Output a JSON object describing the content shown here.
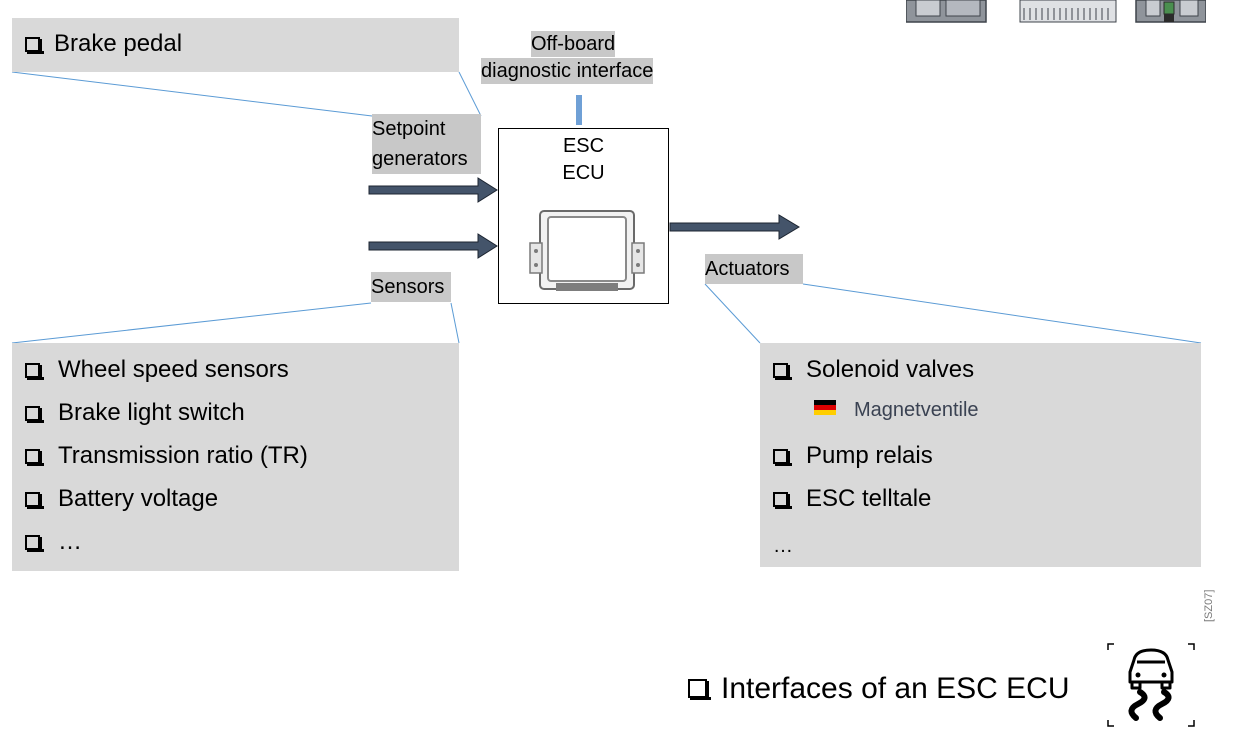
{
  "caption": {
    "text": "Interfaces of an ESC ECU"
  },
  "document_code": "[SZ07]",
  "ecu": {
    "line1": "ESC",
    "line2": "ECU",
    "icon": "ecu-housing-icon"
  },
  "offboard": {
    "line1": "Off-board",
    "line2": "diagnostic interface"
  },
  "labels": {
    "setpoint_line1": "Setpoint",
    "setpoint_line2": "generators",
    "sensors": "Sensors",
    "actuators": "Actuators"
  },
  "setpoint_panel": {
    "items": [
      "Brake pedal"
    ]
  },
  "sensor_panel": {
    "items": [
      "Wheel speed sensors",
      "Brake light switch",
      "Transmission ratio (TR)",
      "Battery voltage",
      "…"
    ]
  },
  "actuator_panel": {
    "items": [
      "Solenoid valves",
      "Pump relais",
      "ESC telltale"
    ],
    "translation": "Magnetventile",
    "translation_flag": "german-flag-icon",
    "trailing": "…"
  },
  "colors": {
    "panel": "#d9d9d9",
    "tag": "#c8c8c8",
    "arrow": "#44546a",
    "diag_bar": "#6fa0d6",
    "leader_line": "#5b9bd5"
  },
  "icons": [
    "skid-car-icon",
    "ecu-housing-icon",
    "connector-thumbnail-icons"
  ]
}
